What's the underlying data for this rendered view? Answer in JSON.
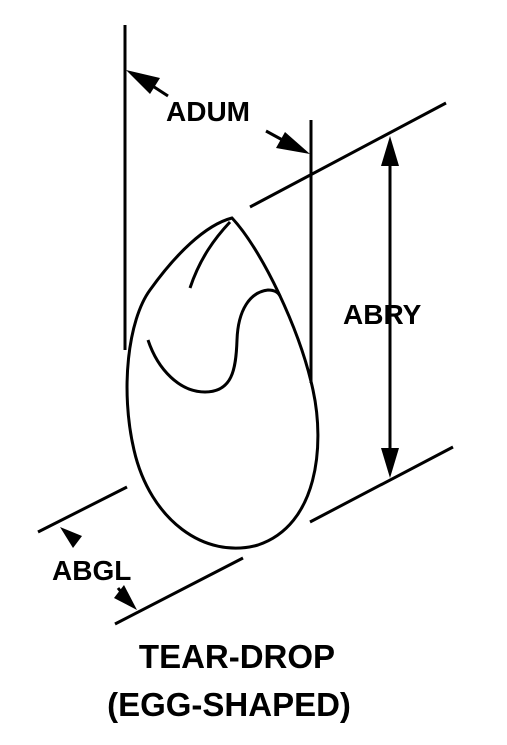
{
  "diagram": {
    "dimension_labels": {
      "adum": "ADUM",
      "abry": "ABRY",
      "abgl": "ABGL"
    },
    "caption": {
      "line1": "TEAR-DROP",
      "line2": "(EGG-SHAPED)"
    },
    "colors": {
      "ink": "#000000",
      "background": "#ffffff"
    }
  }
}
